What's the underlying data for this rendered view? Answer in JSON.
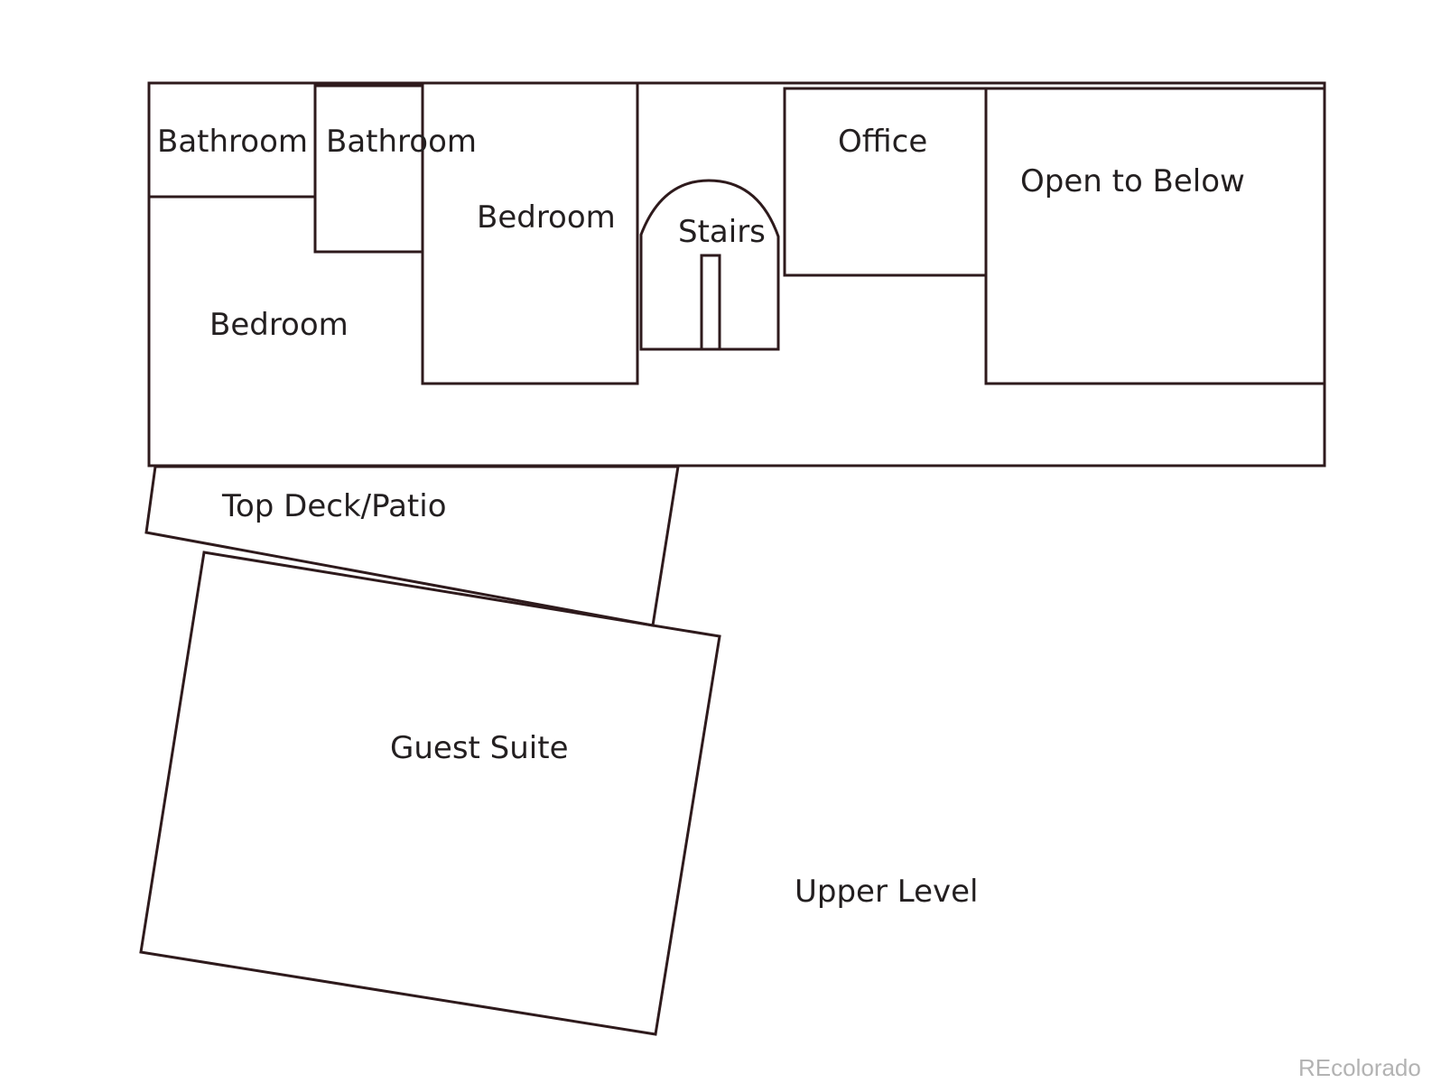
{
  "floorplan": {
    "rooms": {
      "bathroom_1": "Bathroom",
      "bathroom_2": "Bathroom",
      "bedroom_1": "Bedroom",
      "bedroom_2": "Bedroom",
      "stairs": "Stairs",
      "office": "Office",
      "open_to_below": "Open to Below",
      "top_deck": "Top Deck/Patio",
      "guest_suite": "Guest Suite"
    },
    "level_label": "Upper Level",
    "line_color": "#2e1a1c"
  },
  "watermark": {
    "text": "REcolorado",
    "color": "#b3b3b3"
  }
}
